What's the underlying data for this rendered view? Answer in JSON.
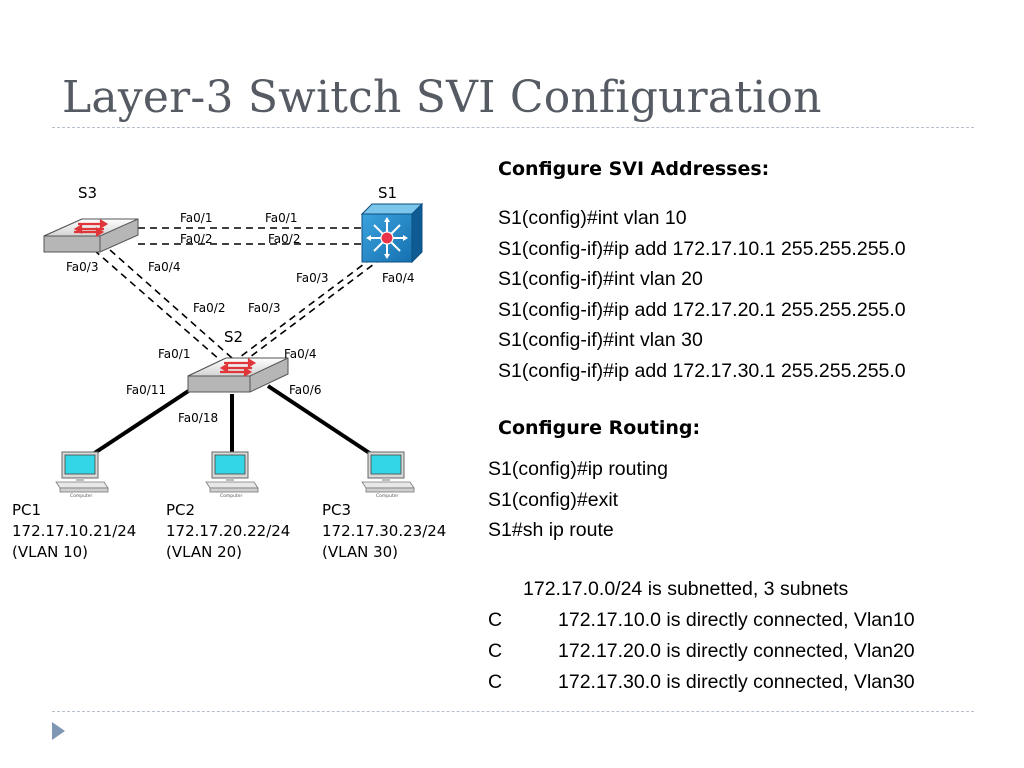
{
  "slide": {
    "title": "Layer-3 Switch SVI Configuration"
  },
  "diagram": {
    "devices": {
      "s3": "S3",
      "s1": "S1",
      "s2": "S2",
      "pc_caption": "Computer"
    },
    "ports": {
      "s3_fa01": "Fa0/1",
      "s1_fa01": "Fa0/1",
      "s3_fa02": "Fa0/2",
      "s1_fa02": "Fa0/2",
      "s3_fa03": "Fa0/3",
      "s3_fa04": "Fa0/4",
      "s1_fa03": "Fa0/3",
      "s1_fa04": "Fa0/4",
      "s2_fa02": "Fa0/2",
      "s2_fa03": "Fa0/3",
      "s2_fa01": "Fa0/1",
      "s2_fa04": "Fa0/4",
      "s2_fa011": "Fa0/11",
      "s2_fa06": "Fa0/6",
      "s2_fa018": "Fa0/18"
    },
    "pcs": [
      {
        "name": "PC1",
        "ip": "172.17.10.21/24",
        "vlan": "(VLAN 10)"
      },
      {
        "name": "PC2",
        "ip": "172.17.20.22/24",
        "vlan": "(VLAN 20)"
      },
      {
        "name": "PC3",
        "ip": "172.17.30.23/24",
        "vlan": "(VLAN 30)"
      }
    ]
  },
  "config": {
    "svi_heading": "Configure SVI Addresses:",
    "svi_commands": [
      "S1(config)#int vlan 10",
      "S1(config-if)#ip add 172.17.10.1 255.255.255.0",
      "S1(config-if)#int vlan 20",
      "S1(config-if)#ip add 172.17.20.1 255.255.255.0",
      "S1(config-if)#int vlan 30",
      "S1(config-if)#ip add 172.17.30.1 255.255.255.0"
    ],
    "routing_heading": "Configure Routing:",
    "routing_commands": [
      "S1(config)#ip routing",
      "S1(config)#exit",
      "S1#sh ip route"
    ],
    "route_summary": "172.17.0.0/24 is subnetted, 3 subnets",
    "routes": [
      {
        "code": "C",
        "text": "172.17.10.0 is directly connected, Vlan10"
      },
      {
        "code": "C",
        "text": "172.17.20.0 is directly connected, Vlan20"
      },
      {
        "code": "C",
        "text": "172.17.30.0 is directly connected, Vlan30"
      }
    ]
  },
  "colors": {
    "title": "#555a63",
    "rule": "#b8c0cc",
    "bullet": "#7f96b5",
    "multilayer_switch": "#1a86c8",
    "pc_screen": "#33d6e6"
  }
}
